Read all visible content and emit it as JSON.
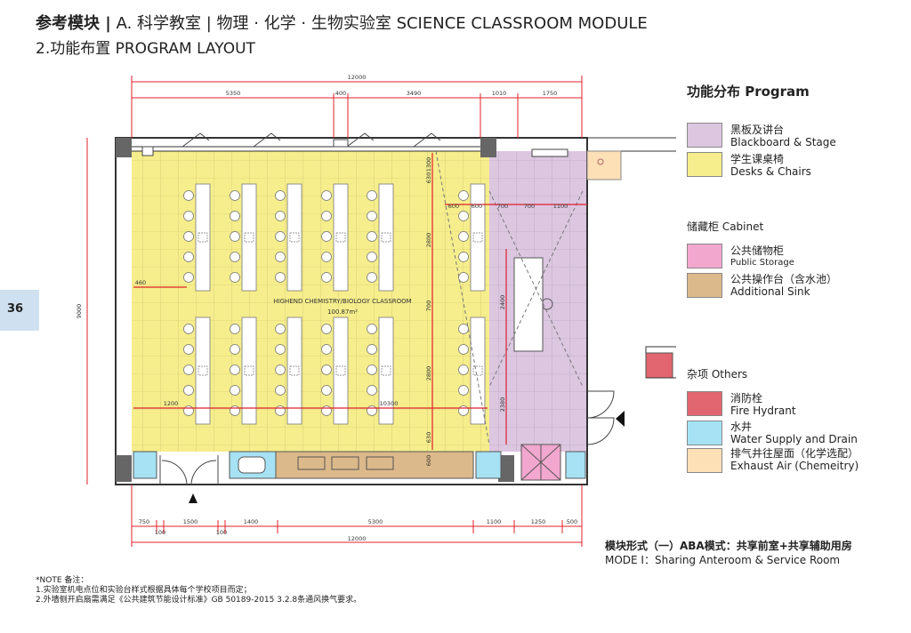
{
  "header": {
    "title_bold": "参考模块 |",
    "title_rest": " A. 科学教室 | 物理 · 化学 · 生物实验室 SCIENCE CLASSROOM MODULE",
    "subtitle": "2.功能布置 PROGRAM LAYOUT"
  },
  "page_number": "36",
  "plan": {
    "room_label": "HIGHEND CHEMISTRY/BIOLOGY CLASSROOM",
    "room_area": "100.87m²",
    "dims_top_total": "12000",
    "dims_top": [
      "5350",
      "400",
      "3490",
      "1010",
      "1750"
    ],
    "dims_bottom_total": "12000",
    "dims_bottom": [
      "750",
      "100",
      "1500",
      "100",
      "1400",
      "5300",
      "1100",
      "1250",
      "500"
    ],
    "dim_left": "9000",
    "dims_inner_top": [
      "600",
      "600",
      "700",
      "700",
      "1100"
    ],
    "dims_inner_vertical": [
      "1300",
      "630",
      "2800",
      "700",
      "2800",
      "630",
      "600"
    ],
    "dims_stage_vertical": [
      "2400",
      "2380"
    ],
    "dim_460": "460",
    "dim_1200": "1200",
    "dim_10300": "10300"
  },
  "legend": {
    "title": "功能分布 Program",
    "items": [
      {
        "line1": "黑板及讲台",
        "line2": "Blackboard & Stage",
        "color": "#dcc6e0"
      },
      {
        "line1": "学生课桌椅",
        "line2": " Desks & Chairs",
        "color": "#f6ee8c"
      }
    ],
    "cabinet_heading": "储藏柜 Cabinet",
    "cabinet_items": [
      {
        "line1": "公共储物柜",
        "line2": "Public Storage",
        "color": "#f2a7cf"
      },
      {
        "line1": "公共操作台（含水池）",
        "line2": "Additional Sink",
        "color": "#dcb98a"
      }
    ],
    "others_heading": "杂项 Others",
    "other_items": [
      {
        "line1": "消防栓",
        "line2": "Fire Hydrant",
        "color": "#e2666f"
      },
      {
        "line1": "水井",
        "line2": "Water Supply and Drain",
        "color": "#a6e2f4"
      },
      {
        "line1": "排气井往屋面（化学选配）",
        "line2": "Exhaust Air (Chemeitry)",
        "color": "#fde0b6"
      }
    ]
  },
  "mode": {
    "line1": "模块形式（一）ABA模式：共享前室+共享辅助用房",
    "line2": "MODE I：Sharing Anteroom & Service Room"
  },
  "note": {
    "title": "*NOTE 备注：",
    "line1": "1.实验室机电点位和实验台样式根据具体每个学校项目而定；",
    "line2": "2.外墙侧开启扇需满足《公共建筑节能设计标准》GB 50189-2015 3.2.8条通风换气要求。"
  }
}
